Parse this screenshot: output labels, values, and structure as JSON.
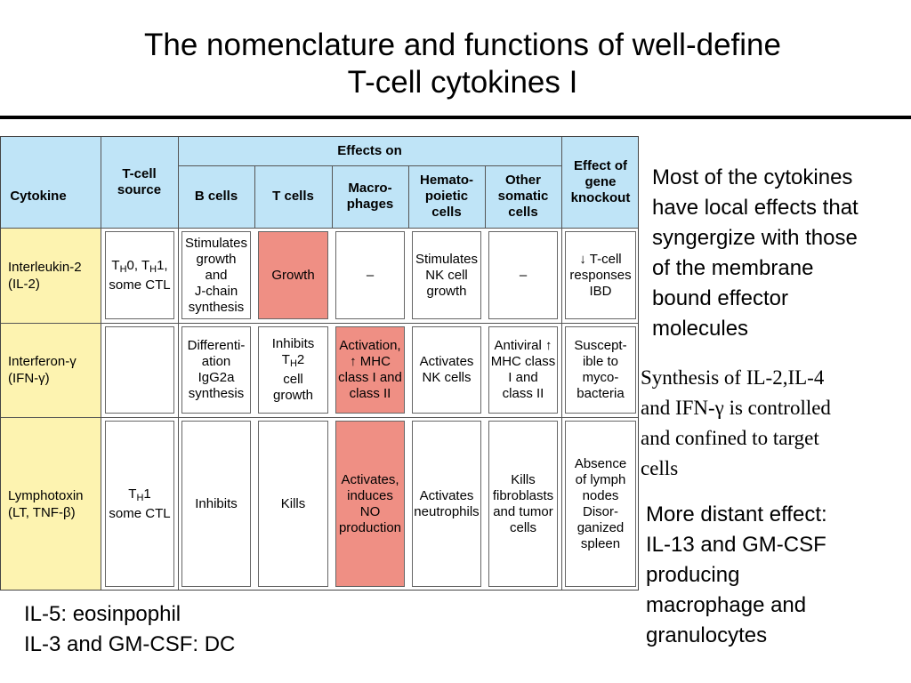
{
  "title": {
    "line1": "The nomenclature and functions of well-define",
    "line2": "T-cell cytokines I"
  },
  "table": {
    "headers": {
      "cytokine": "Cytokine",
      "source": "T-cell\nsource",
      "effects_on": "Effects on",
      "b_cells": "B cells",
      "t_cells": "T cells",
      "macrophages": "Macro-\nphages",
      "hematopoietic": "Hemato-\npoietic\ncells",
      "other_somatic": "Other\nsomatic\ncells",
      "knockout": "Effect of\ngene\nknockout"
    },
    "rows": [
      {
        "cytokine_line1": "Interleukin-2",
        "cytokine_line2": "(IL-2)",
        "source_line2": "some CTL",
        "b_cells": "Stimulates\ngrowth\nand\nJ-chain\nsynthesis",
        "t_cells": "Growth",
        "macrophages": "–",
        "hematopoietic": "Stimulates\nNK cell\ngrowth",
        "other_somatic": "–",
        "knockout": "↓ T-cell\nresponses\nIBD"
      },
      {
        "cytokine_line1": "Interferon-γ",
        "cytokine_line2": "(IFN-γ)",
        "b_cells": "Differenti-\nation\nIgG2a\nsynthesis",
        "t_cells_line1": "Inhibits",
        "t_cells_line3": "cell\ngrowth",
        "macrophages": "Activation,\n↑ MHC\nclass I and\nclass II",
        "hematopoietic": "Activates\nNK cells",
        "other_somatic": "Antiviral ↑\nMHC class\nI and\nclass II",
        "knockout": "Suscept-\nible to\nmyco-\nbacteria"
      },
      {
        "cytokine_line1": "Lymphotoxin",
        "cytokine_line2": "(LT, TNF-β)",
        "source_line2": "some CTL",
        "b_cells": "Inhibits",
        "t_cells": "Kills",
        "macrophages": "Activates,\ninduces\nNO\nproduction",
        "hematopoietic": "Activates\nneutrophils",
        "other_somatic": "Kills\nfibroblasts\nand tumor\ncells",
        "knockout": "Absence\nof lymph\nnodes\nDisor-\nganized\nspleen"
      }
    ]
  },
  "notes": {
    "local": "Most of the cytokines\nhave local effects that\nsyngergize with those\nof the membrane\nbound effector\nmolecules",
    "synthesis": "Synthesis of IL-2,IL-4\nand IFN-γ is controlled\nand confined to target\ncells",
    "distant": "More distant effect:\nIL-13 and GM-CSF\nproducing\nmacrophage and\ngranulocytes",
    "bottom_line1": "IL-5: eosinpophil",
    "bottom_line2": "IL-3 and GM-CSF: DC"
  },
  "colors": {
    "header": "#bfe4f7",
    "cytokine_column": "#fdf3b0",
    "highlight": "#ef8f84"
  }
}
